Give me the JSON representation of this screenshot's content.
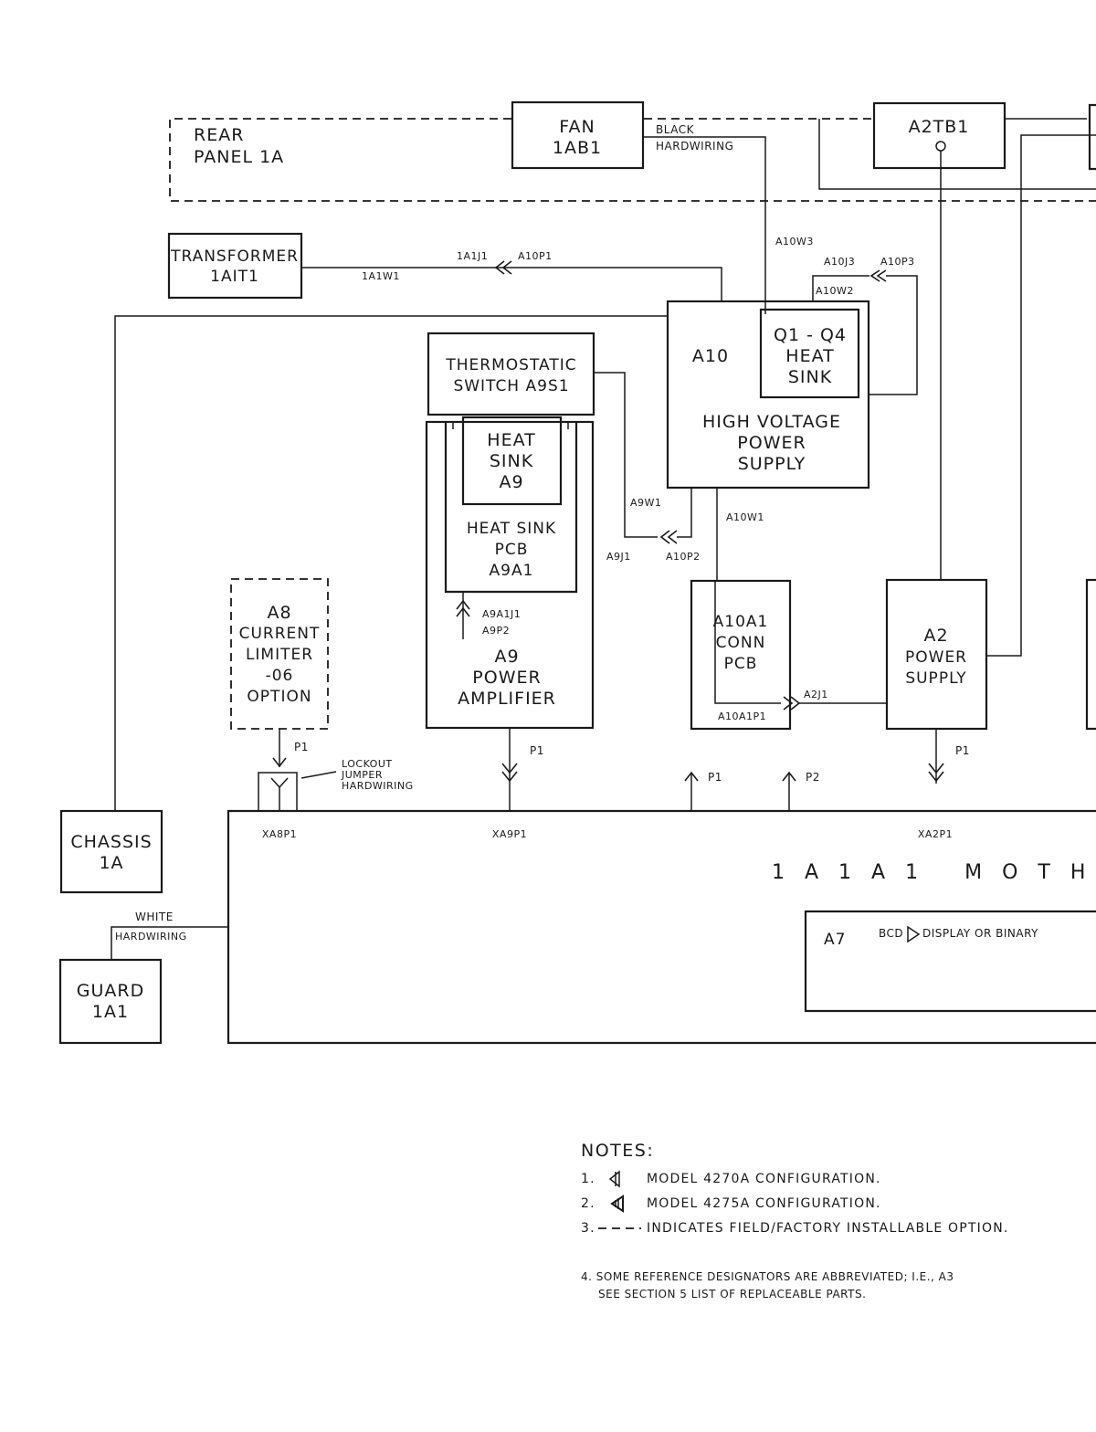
{
  "rear_panel": {
    "line1": "REAR",
    "line2": "PANEL 1A"
  },
  "fan": {
    "line1": "FAN",
    "line2": "1AB1"
  },
  "fan_wire": {
    "line1": "BLACK",
    "line2": "HARDWIRING"
  },
  "a2tb1": {
    "label": "A2TB1"
  },
  "transformer": {
    "line1": "TRANSFORMER",
    "line2": "1AIT1"
  },
  "transformer_conn": {
    "w1": "1A1W1",
    "j1": "1A1J1",
    "p1": "A10P1"
  },
  "a10_conns": {
    "w3": "A10W3",
    "j3": "A10J3",
    "p3": "A10P3",
    "w2": "A10W2",
    "w1": "A10W1",
    "p2": "A10P2"
  },
  "a10": {
    "ref": "A10",
    "line1": "HIGH VOLTAGE",
    "line2": "POWER",
    "line3": "SUPPLY"
  },
  "heat_sink_q": {
    "line1": "Q1 - Q4",
    "line2": "HEAT",
    "line3": "SINK"
  },
  "thermostat": {
    "line1": "THERMOSTATIC",
    "line2": "SWITCH  A9S1"
  },
  "heat_sink_a9": {
    "line1": "HEAT",
    "line2": "SINK",
    "line3": "A9"
  },
  "heat_sink_pcb": {
    "line1": "HEAT SINK",
    "line2": "PCB",
    "line3": "A9A1"
  },
  "a9_conns": {
    "w1": "A9W1",
    "j1": "A9J1",
    "a1j1": "A9A1J1",
    "p2": "A9P2"
  },
  "a9": {
    "line1": "A9",
    "line2": "POWER",
    "line3": "AMPLIFIER"
  },
  "a8": {
    "line1": "A8",
    "line2": "CURRENT",
    "line3": "LIMITER",
    "line4": "-06",
    "line5": "OPTION"
  },
  "lockout": {
    "line1": "LOCKOUT",
    "line2": "JUMPER",
    "line3": "HARDWIRING"
  },
  "a10a1": {
    "line1": "A10A1",
    "line2": "CONN",
    "line3": "PCB",
    "p1": "A10A1P1",
    "j1": "A2J1"
  },
  "a2": {
    "line1": "A2",
    "line2": "POWER",
    "line3": "SUPPLY"
  },
  "plugs": {
    "p1": "P1",
    "p2": "P2"
  },
  "chassis": {
    "line1": "CHASSIS",
    "line2": "1A"
  },
  "guard": {
    "line1": "GUARD",
    "line2": "1A1"
  },
  "guard_wire": {
    "line1": "WHITE",
    "line2": "HARDWIRING"
  },
  "motherboard": {
    "title": "1A1A1   MOTH",
    "xa8": "XA8P1",
    "xa9": "XA9P1",
    "xa2": "XA2P1"
  },
  "a7": {
    "ref": "A7",
    "text": "BCD",
    "text2": "DISPLAY OR BINARY"
  },
  "notes": {
    "header": "NOTES:",
    "n1_num": "1.",
    "n1": "MODEL 4270A CONFIGURATION.",
    "n2_num": "2.",
    "n2": "MODEL 4275A CONFIGURATION.",
    "n3_num": "3.",
    "n3": "INDICATES FIELD/FACTORY INSTALLABLE OPTION.",
    "n4a": "4. SOME REFERENCE DESIGNATORS ARE ABBREVIATED; I.E., A3",
    "n4b": "SEE SECTION 5 LIST OF REPLACEABLE PARTS."
  }
}
